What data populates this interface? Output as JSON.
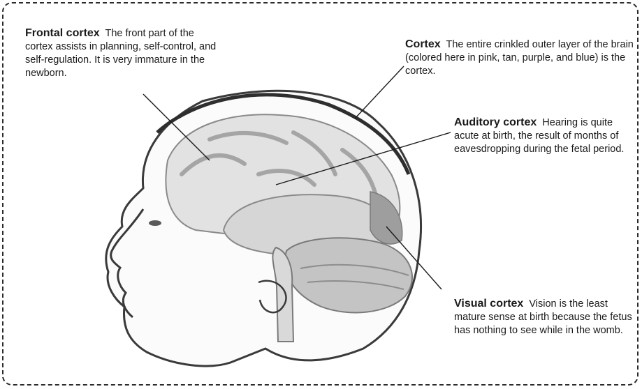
{
  "callouts": {
    "frontal": {
      "term": "Frontal cortex",
      "text": "The front part of the cortex assists in planning, self-control, and self-regulation. It is very immature in the newborn."
    },
    "cortex": {
      "term": "Cortex",
      "text": "The entire crinkled outer layer of the brain (colored here in pink, tan, purple, and blue) is the cortex."
    },
    "auditory": {
      "term": "Auditory cortex",
      "text": "Hearing is quite acute at birth, the result of months of eavesdropping during the fetal period."
    },
    "visual": {
      "term": "Visual cortex",
      "text": "Vision is the least mature sense at birth because the fetus has nothing to see while in the womb."
    }
  },
  "colors": {
    "frame": "#2b2b2b",
    "brain_light": "#efefef",
    "brain_mid": "#cfcfcf",
    "brain_dark": "#9a9a9a",
    "outline": "#3a3a3a"
  }
}
